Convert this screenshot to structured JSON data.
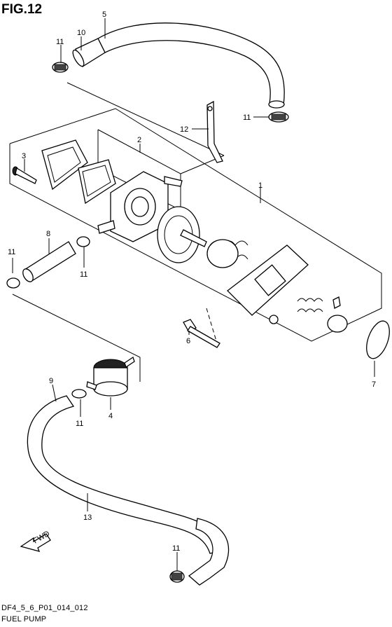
{
  "figure": {
    "title": "FIG.12",
    "code": "DF4_5_6_P01_014_012",
    "name": "FUEL PUMP"
  },
  "callouts": [
    "5",
    "10",
    "11",
    "11",
    "12",
    "2",
    "1",
    "3",
    "8",
    "11",
    "11",
    "6",
    "7",
    "9",
    "4",
    "11",
    "13",
    "11"
  ],
  "fwd_label": "FWD"
}
